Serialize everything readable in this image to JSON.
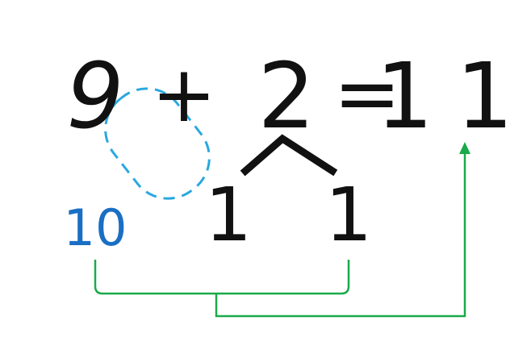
{
  "equation": {
    "addend1": "9",
    "plus": "+",
    "addend2": "2",
    "equals": "=",
    "result": "11"
  },
  "decomposition": {
    "part1": "1",
    "part2": "1",
    "tens_label": "10"
  },
  "colors": {
    "text": "#111111",
    "tens": "#1a6fc4",
    "group_outline": "#29a8e0",
    "arrow": "#1aaa4a"
  }
}
